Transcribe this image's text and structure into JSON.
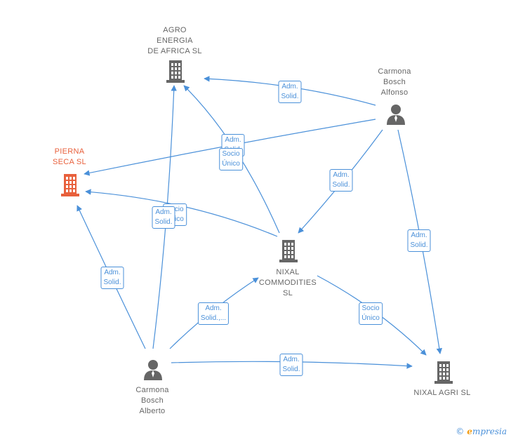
{
  "nodes": {
    "agro": {
      "label": "AGRO\nENERGIA\nDE AFRICA  SL",
      "type": "company"
    },
    "pierna": {
      "label": "PIERNA\nSECA  SL",
      "type": "company-active"
    },
    "nixal_com": {
      "label": "NIXAL\nCOMMODITIES\nSL",
      "type": "company"
    },
    "nixal_agri": {
      "label": "NIXAL AGRI  SL",
      "type": "company"
    },
    "alfonso": {
      "label": "Carmona\nBosch\nAlfonso",
      "type": "person"
    },
    "alberto": {
      "label": "Carmona\nBosch\nAlberto",
      "type": "person"
    }
  },
  "edges": [
    {
      "label": "Adm.\nSolid."
    },
    {
      "label": "Adm.\nSolid."
    },
    {
      "label": "Adm.\nSolid."
    },
    {
      "label": "Adm.\nSolid."
    },
    {
      "label": "Socio\nÚnico"
    },
    {
      "label": "Socio\nÚnico"
    },
    {
      "label": "Adm.\nSolid."
    },
    {
      "label": "Adm.\nSolid."
    },
    {
      "label": "Adm.\nSolid.,..."
    },
    {
      "label": "Adm.\nSolid."
    },
    {
      "label": "Socio\nÚnico"
    }
  ],
  "colors": {
    "edge": "#4a90d9",
    "icon": "#666666",
    "active": "#e8603c"
  },
  "brand": {
    "copyright": "©",
    "name_initial": "e",
    "name_rest": "mpresia"
  }
}
